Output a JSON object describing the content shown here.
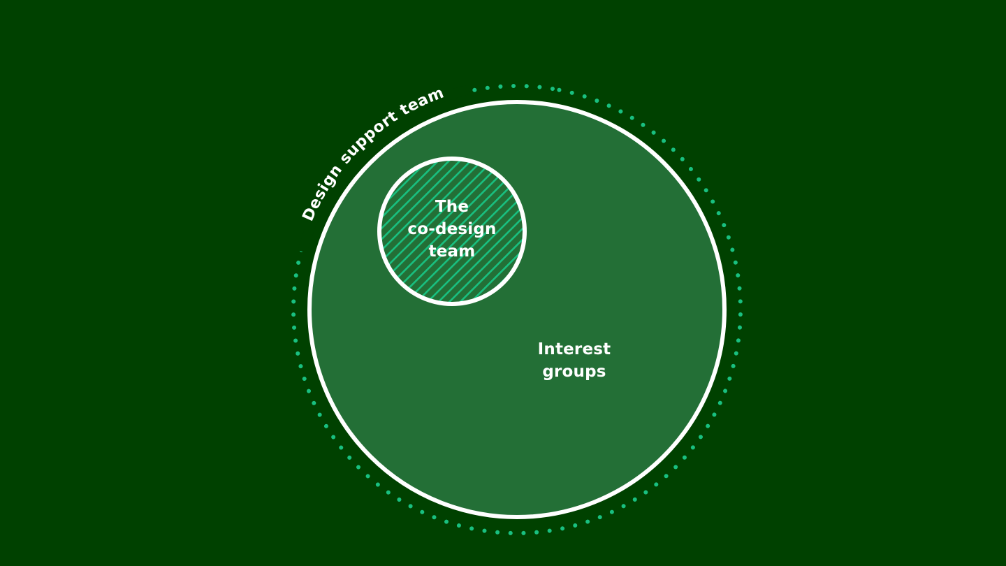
{
  "diagram": {
    "type": "nested-circles",
    "colors": {
      "background": "#004100",
      "outer_fill": "#236f36",
      "stroke": "#ffffff",
      "dots": "#19c080",
      "hatch": "#19c080"
    },
    "ring": {
      "label": "Design support team",
      "style": "dotted"
    },
    "outer_circle": {
      "label_line1": "Interest",
      "label_line2": "groups"
    },
    "inner_circle": {
      "label_line1": "The",
      "label_line2": "co-design",
      "label_line3": "team",
      "style": "hatched"
    }
  }
}
